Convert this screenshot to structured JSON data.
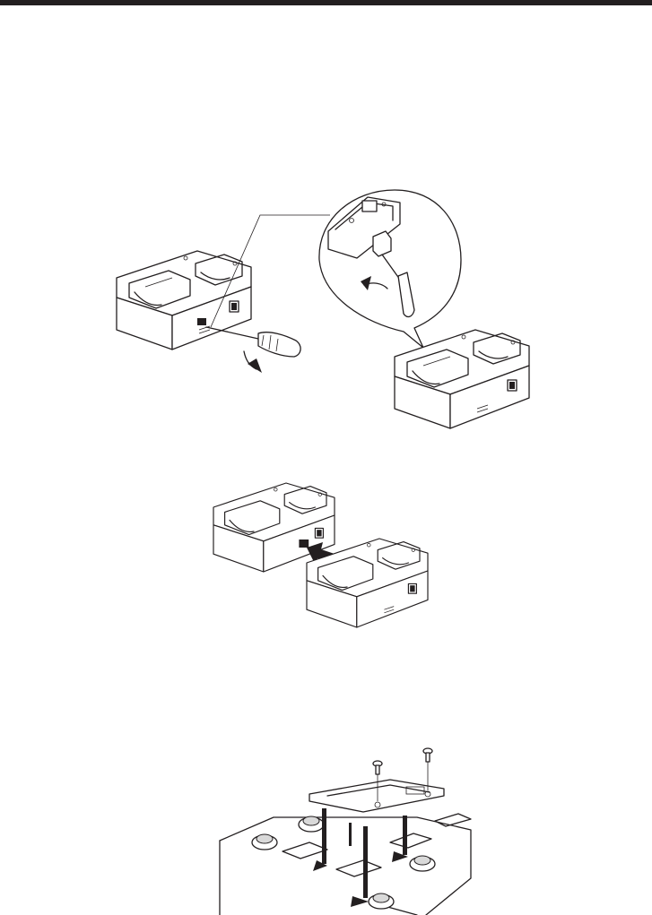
{
  "page": {
    "header_rule_color": "#231f20",
    "line_color": "#231f20"
  },
  "figures": {
    "figure_1": {
      "icons": [
        "charger-unit",
        "screwdriver",
        "magnifier-callout",
        "rotate-arrow"
      ]
    },
    "figure_2": {
      "icons": [
        "charger-unit",
        "connect-arrow"
      ]
    },
    "figure_3": {
      "icons": [
        "mounting-plate",
        "screw",
        "down-arrow"
      ]
    }
  }
}
